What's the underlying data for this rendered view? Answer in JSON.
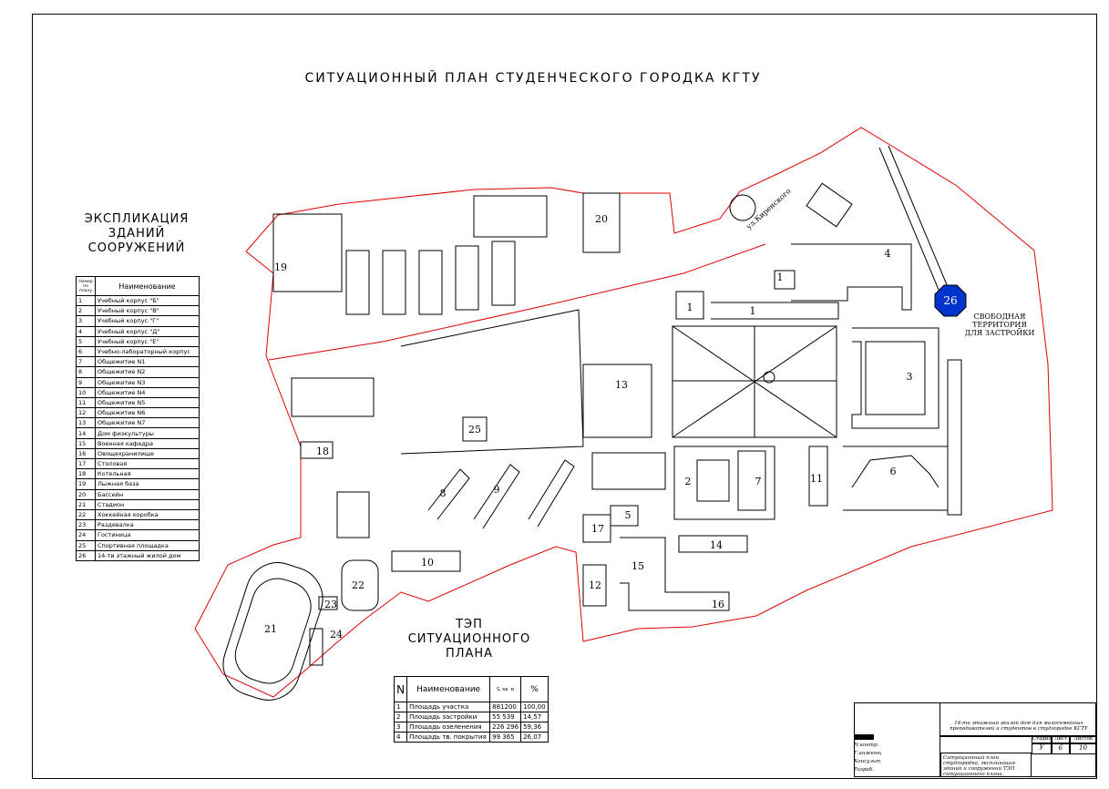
{
  "title": "СИТУАЦИОННЫЙ ПЛАН СТУДЕНЧЕСКОГО ГОРОДКА КГТУ",
  "explication": {
    "heading": [
      "ЭКСПЛИКАЦИЯ",
      "ЗДАНИЙ",
      "СООРУЖЕНИЙ"
    ],
    "col_num": "Номер по плану",
    "col_name": "Наименование",
    "rows": [
      {
        "n": "1",
        "name": "Учебный корпус \"Б\""
      },
      {
        "n": "2",
        "name": "Учебный корпус \"В\""
      },
      {
        "n": "3",
        "name": "Учебный корпус \"Г\""
      },
      {
        "n": "4",
        "name": "Учебный корпус \"Д\""
      },
      {
        "n": "5",
        "name": "Учебный корпус \"Е\""
      },
      {
        "n": "6",
        "name": "Учебно-лабораторный корпус"
      },
      {
        "n": "7",
        "name": "Общежитие N1"
      },
      {
        "n": "8",
        "name": "Общежитие N2"
      },
      {
        "n": "9",
        "name": "Общежитие N3"
      },
      {
        "n": "10",
        "name": "Общежитие N4"
      },
      {
        "n": "11",
        "name": "Общежитие N5"
      },
      {
        "n": "12",
        "name": "Общежитие N6"
      },
      {
        "n": "13",
        "name": "Общежитие N7"
      },
      {
        "n": "14",
        "name": "Дом физкультуры"
      },
      {
        "n": "15",
        "name": "Военная кафедра"
      },
      {
        "n": "16",
        "name": "Овощехранилище"
      },
      {
        "n": "17",
        "name": "Столовая"
      },
      {
        "n": "18",
        "name": "Котельная"
      },
      {
        "n": "19",
        "name": "Лыжная база"
      },
      {
        "n": "20",
        "name": "Бассейн"
      },
      {
        "n": "21",
        "name": "Стадион"
      },
      {
        "n": "22",
        "name": "Хоккейная коробка"
      },
      {
        "n": "23",
        "name": "Раздевалка"
      },
      {
        "n": "24",
        "name": "Гостиница"
      },
      {
        "n": "25",
        "name": "Спортивная площадка"
      },
      {
        "n": "26",
        "name": "14-ти этажный жилой дом"
      }
    ]
  },
  "tep": {
    "heading": [
      "ТЭП",
      "СИТУАЦИОННОГО",
      "ПЛАНА"
    ],
    "col_n": "N",
    "col_name": "Наименование",
    "col_area": "S, кв. м",
    "col_pct": "%",
    "rows": [
      {
        "n": "1",
        "name": "Площадь участка",
        "area": "881200",
        "pct": "100,00"
      },
      {
        "n": "2",
        "name": "Площадь застройки",
        "area": "55 539",
        "pct": "14,57"
      },
      {
        "n": "3",
        "name": "Площадь озеленения",
        "area": "226 296",
        "pct": "59,36"
      },
      {
        "n": "4",
        "name": "Площадь тв. покрытия",
        "area": "99 365",
        "pct": "26,07"
      }
    ]
  },
  "map": {
    "street": "ул.Киренского",
    "free_area": [
      "СВОБОДНАЯ",
      "ТЕРРИТОРИЯ",
      "ДЛЯ ЗАСТРОЙКИ"
    ],
    "labels": [
      "1",
      "1",
      "1",
      "2",
      "3",
      "4",
      "5",
      "6",
      "7",
      "8",
      "9",
      "10",
      "11",
      "12",
      "13",
      "14",
      "15",
      "16",
      "17",
      "18",
      "19",
      "20",
      "21",
      "22",
      "23",
      "24",
      "25"
    ],
    "new_building": "26",
    "colors": {
      "boundary": "#e00000",
      "new_building": "#0033cc"
    }
  },
  "title_block": {
    "project": "14-ти этажный жилой дом для малосемейных преподавателей и студентов в студгородке КГТУ",
    "sheet_title": "Ситуационный план студгородка, экспликация зданий и сооружений ТЭП ситуационного плана.",
    "col_stage": "Стадия",
    "col_sheet": "Лист",
    "col_sheets": "Листов",
    "stage": "У",
    "sheet": "6",
    "sheets": "10",
    "roles": [
      "Н.контр.",
      "Г.инженер",
      "Консульт.",
      "Разраб."
    ]
  }
}
